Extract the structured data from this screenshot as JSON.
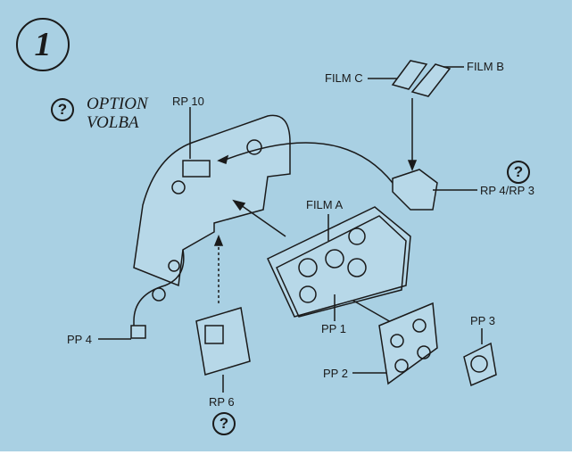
{
  "step": {
    "number": "1"
  },
  "legend": {
    "icon": "question-circle-icon",
    "symbol": "?",
    "option_en": "OPTION",
    "option_cz": "VOLBA"
  },
  "labels": {
    "rp10": "RP 10",
    "film_c": "FILM C",
    "film_b": "FILM B",
    "rp4_rp3": "RP 4/RP 3",
    "film_a": "FILM A",
    "pp4": "PP 4",
    "pp1": "PP 1",
    "pp3": "PP 3",
    "pp2": "PP 2",
    "rp6": "RP 6"
  },
  "colors": {
    "background": "#a9d0e3",
    "ink": "#1a1a1a"
  }
}
